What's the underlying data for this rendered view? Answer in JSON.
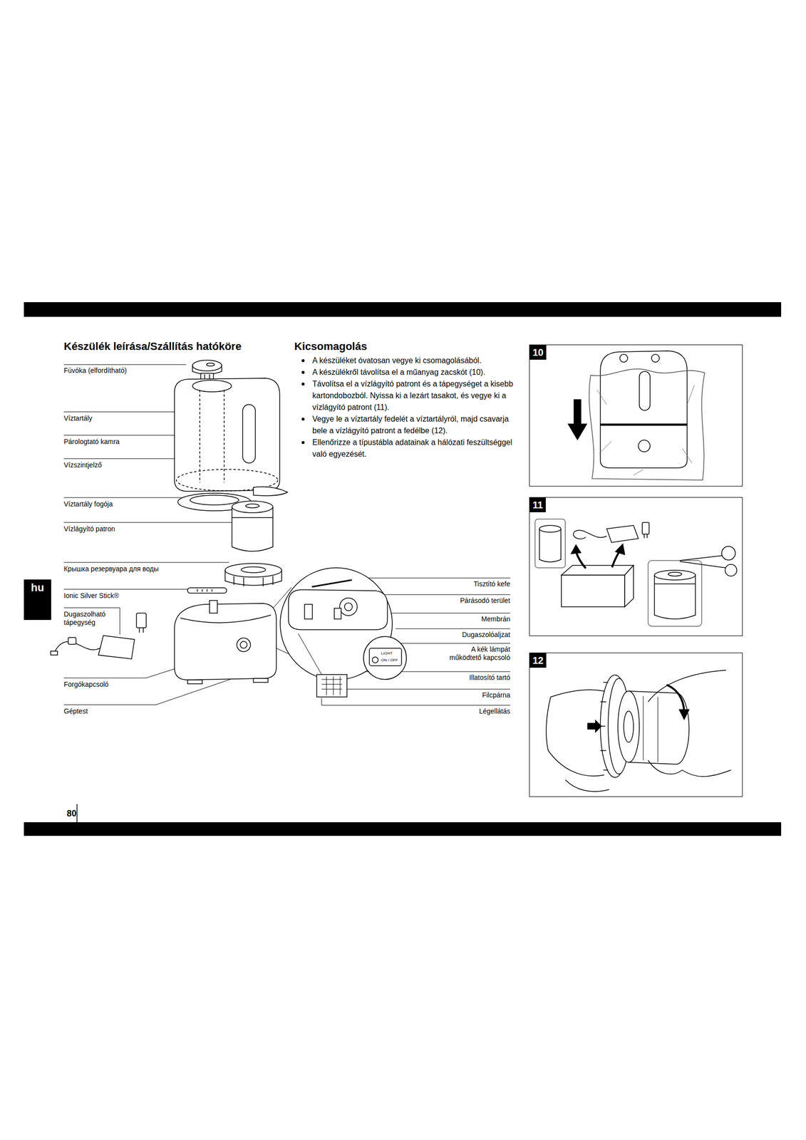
{
  "diagram": {
    "title": "Készülék leírása/Szállítás hatóköre",
    "nodes": [
      {
        "text": [
          "hu"
        ]
      },
      {
        "text": [
          "10"
        ]
      },
      {
        "text": [
          "11"
        ]
      },
      {
        "text": [
          "12"
        ]
      }
    ],
    "labels": [
      "Kicsomagolás",
      "A készüléket óvatosan vegye ki csomagolásából.",
      "A készülékről távolítsa el a műanyag zacskót (10).",
      "Távolítsa el a vízlágyító patront és a tápegységet a kisebb kartondobozból. Nyissa ki a lezárt tasakot, és vegye ki a vízlágyító patront (11).",
      "Vegye le a víztartály fedelét a víztartályról, majd csavarja bele a vízlágyító patront a fedélbe (12).",
      "Ellenőrizze a típustábla adatainak a hálózati feszültséggel való egyezését.",
      "Fúvóka (elfordítható)",
      "Víztartály",
      "Párologtató kamra",
      "Vízszintjelző",
      "Víztartály fogója",
      "Vízlágyító patron",
      "Крышка резервуара для воды",
      "Ionic Silver Stick®",
      "Dugaszolható tápegység",
      "Forgókapcsoló",
      "Géptest",
      "Tisztító kefe",
      "Párásodó terület",
      "Membrán",
      "Dugaszolóaljzat",
      "A kék lámpát működtető kapcsoló",
      "Illatosító tartó",
      "Filcpárna",
      "Légellátás",
      "LIGHT",
      "ON / OFF",
      "80"
    ]
  }
}
